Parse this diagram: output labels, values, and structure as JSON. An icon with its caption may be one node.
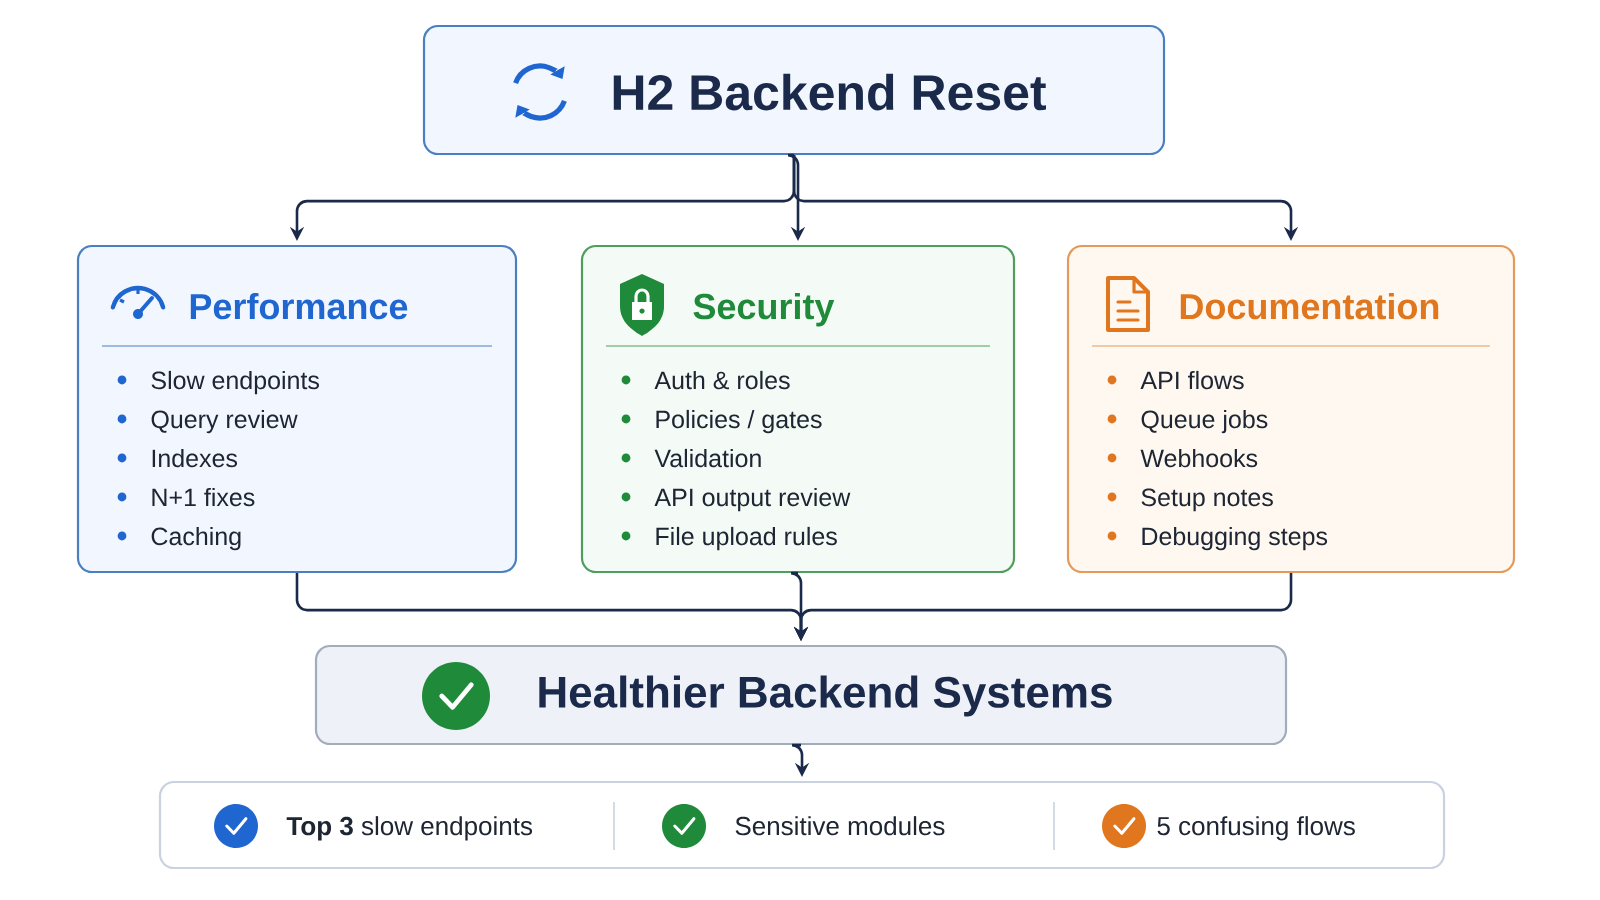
{
  "diagram": {
    "nodes": [
      {
        "text": [
          "H2 Backend Reset"
        ]
      },
      {
        "text": [
          "Performance",
          "Slow endpoints",
          "Query review",
          "Indexes",
          "N+1 fixes",
          "Caching"
        ]
      },
      {
        "text": [
          "Security",
          "Auth & roles",
          "Policies / gates",
          "Validation",
          "API output review",
          "File upload rules"
        ]
      },
      {
        "text": [
          "Documentation",
          "API flows",
          "Queue jobs",
          "Webhooks",
          "Setup notes",
          "Debugging steps"
        ]
      },
      {
        "text": [
          "Healthier Backend Systems"
        ]
      },
      {
        "text": [
          "**Top 3** slow endpoints",
          "Sensitive modules",
          "5 confusing flows"
        ]
      }
    ],
    "edges": [
      {
        "from": 0,
        "to": 1,
        "arrow": "to"
      },
      {
        "from": 0,
        "to": 2,
        "arrow": "to"
      },
      {
        "from": 0,
        "to": 3,
        "arrow": "to"
      },
      {
        "from": 1,
        "to": 4,
        "arrow": "to"
      },
      {
        "from": 2,
        "to": 4,
        "arrow": "to"
      },
      {
        "from": 3,
        "to": 4,
        "arrow": "to"
      },
      {
        "from": 4,
        "to": 5,
        "arrow": "to"
      }
    ]
  }
}
